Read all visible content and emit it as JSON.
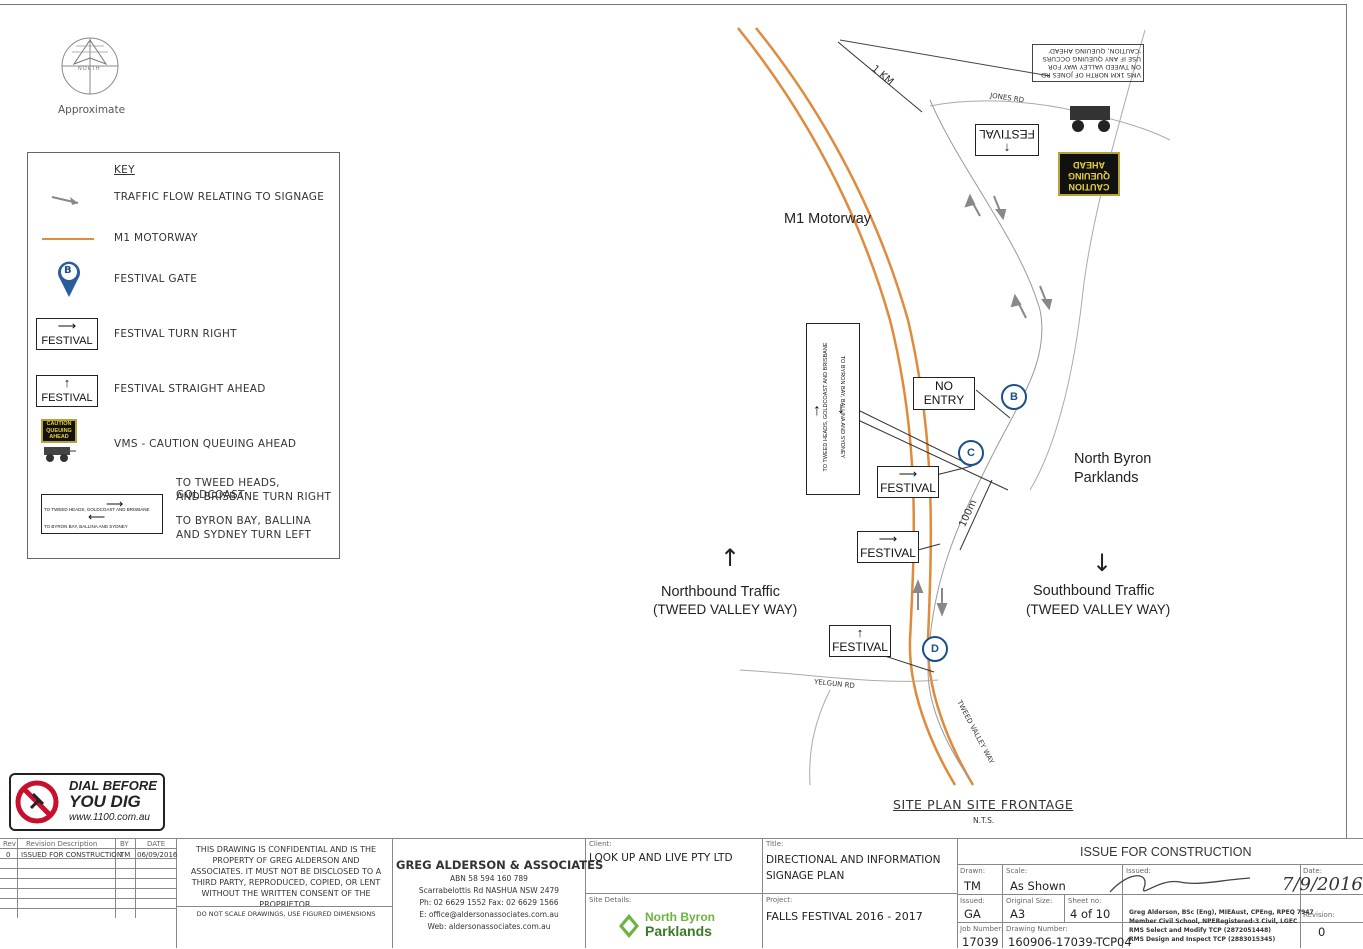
{
  "compass": {
    "label": "NORTH",
    "note": "Approximate"
  },
  "key": {
    "title": "KEY",
    "items": [
      {
        "label": "TRAFFIC FLOW RELATING TO SIGNAGE"
      },
      {
        "label": "M1 MOTORWAY"
      },
      {
        "label": "FESTIVAL GATE",
        "gate": "B"
      },
      {
        "label": "FESTIVAL TURN RIGHT",
        "sign": "FESTIVAL"
      },
      {
        "label": "FESTIVAL STRAIGHT AHEAD",
        "sign": "FESTIVAL"
      },
      {
        "label": "VMS - CAUTION QUEUING AHEAD",
        "vms": "CAUTION QUEUING AHEAD"
      },
      {
        "label_a": "TO TWEED HEADS, GOLDCOAST",
        "label_b": "AND BRISBANE TURN RIGHT",
        "label_c": "TO BYRON BAY, BALLINA",
        "label_d": "AND SYDNEY TURN LEFT",
        "sign_top": "TO TWEED HEADS, GOLDCOAST AND BRISBANE",
        "sign_bottom": "TO BYRON BAY, BALLINA AND SYDNEY"
      }
    ]
  },
  "map": {
    "motorway_label": "M1 Motorway",
    "distance_1km": "1 KM",
    "distance_100m": "100m",
    "jones_rd": "JONES RD",
    "yelgun_rd": "YELGUN RD",
    "tweed_valley_way": "TWEED VALLEY WAY",
    "vms_note": "VMS 1KM NORTH OF JONES RD ON TWEED VALLEY WAY FOR USE IF ANY QUEUING OCCURS 'CAUTION, QUEUING AHEAD'",
    "vms_sign": "CAUTION QUEUING AHEAD",
    "festival_sign": "FESTIVAL",
    "no_entry": "NO ENTRY",
    "directional_top": "TO TWEED HEADS, GOLDCOAST AND BRISBANE",
    "directional_bottom": "TO BYRON BAY, BALLINA AND SYDNEY",
    "gates": [
      "B",
      "C",
      "D"
    ],
    "north_byron": "North Byron Parklands",
    "northbound": "Northbound Traffic",
    "northbound_sub": "(TWEED VALLEY WAY)",
    "southbound": "Southbound Traffic",
    "southbound_sub": "(TWEED VALLEY WAY)",
    "plan_title": "SITE PLAN SITE FRONTAGE",
    "nts": "N.T.S."
  },
  "dial": {
    "line1": "DIAL BEFORE",
    "line2": "YOU DIG",
    "url": "www.1100.com.au"
  },
  "title_block": {
    "rev_header": "Rev",
    "revdesc_header": "Revision Description",
    "by_header": "BY",
    "date_header": "DATE",
    "rev": "0",
    "revdesc": "ISSUED FOR CONSTRUCTION",
    "by": "TM",
    "date": "06/09/2016",
    "confidential": "THIS DRAWING IS CONFIDENTIAL AND IS THE PROPERTY OF GREG ALDERSON AND ASSOCIATES. IT MUST NOT BE DISCLOSED TO A THIRD PARTY, REPRODUCED, COPIED, OR LENT WITHOUT THE WRITTEN CONSENT OF THE PROPRIETOR.",
    "no_scale": "DO NOT SCALE DRAWINGS, USE FIGURED DIMENSIONS",
    "company": "GREG ALDERSON & ASSOCIATES",
    "abn": "ABN 58 594 160 789",
    "address": "Scarrabelottis Rd NASHUA NSW 2479",
    "phone": "Ph: 02 6629 1552  Fax: 02 6629 1566",
    "email": "E: office@aldersonassociates.com.au",
    "web": "Web: aldersonassociates.com.au",
    "client_lbl": "Client:",
    "client": "LOOK UP AND LIVE PTY LTD",
    "site_lbl": "Site Details:",
    "site_logo_a": "North Byron",
    "site_logo_b": "Parklands",
    "title_lbl": "Title:",
    "title": "DIRECTIONAL AND INFORMATION SIGNAGE PLAN",
    "project_lbl": "Project:",
    "project": "FALLS FESTIVAL 2016 - 2017",
    "issue": "ISSUE FOR CONSTRUCTION",
    "drawn_lbl": "Drawn:",
    "drawn": "TM",
    "scale_lbl": "Scale:",
    "scale": "As Shown",
    "issued_lbl": "Issued:",
    "date_lbl": "Date:",
    "issued_by_lbl": "Issued:",
    "issued_by": "GA",
    "orig_lbl": "Original Size:",
    "orig": "A3",
    "sheet_lbl": "Sheet no:",
    "sheet": "4 of 10",
    "revision_lbl": "Revision:",
    "revision": "0",
    "job_lbl": "Job Number:",
    "job": "17039",
    "dwg_lbl": "Drawing Number:",
    "dwg": "160906-17039-TCP04",
    "sig_date": "7/9/2016",
    "cred1": "Greg Alderson, BSc (Eng), MIEAust, CPEng, RPEQ 7947",
    "cred2": "Member Civil School, NPERegistered-3 Civil, LGEC",
    "cred3": "RMS Select and Modify TCP (2872051448)",
    "cred4": "RMS Design and Inspect TCP (2883015345)"
  }
}
